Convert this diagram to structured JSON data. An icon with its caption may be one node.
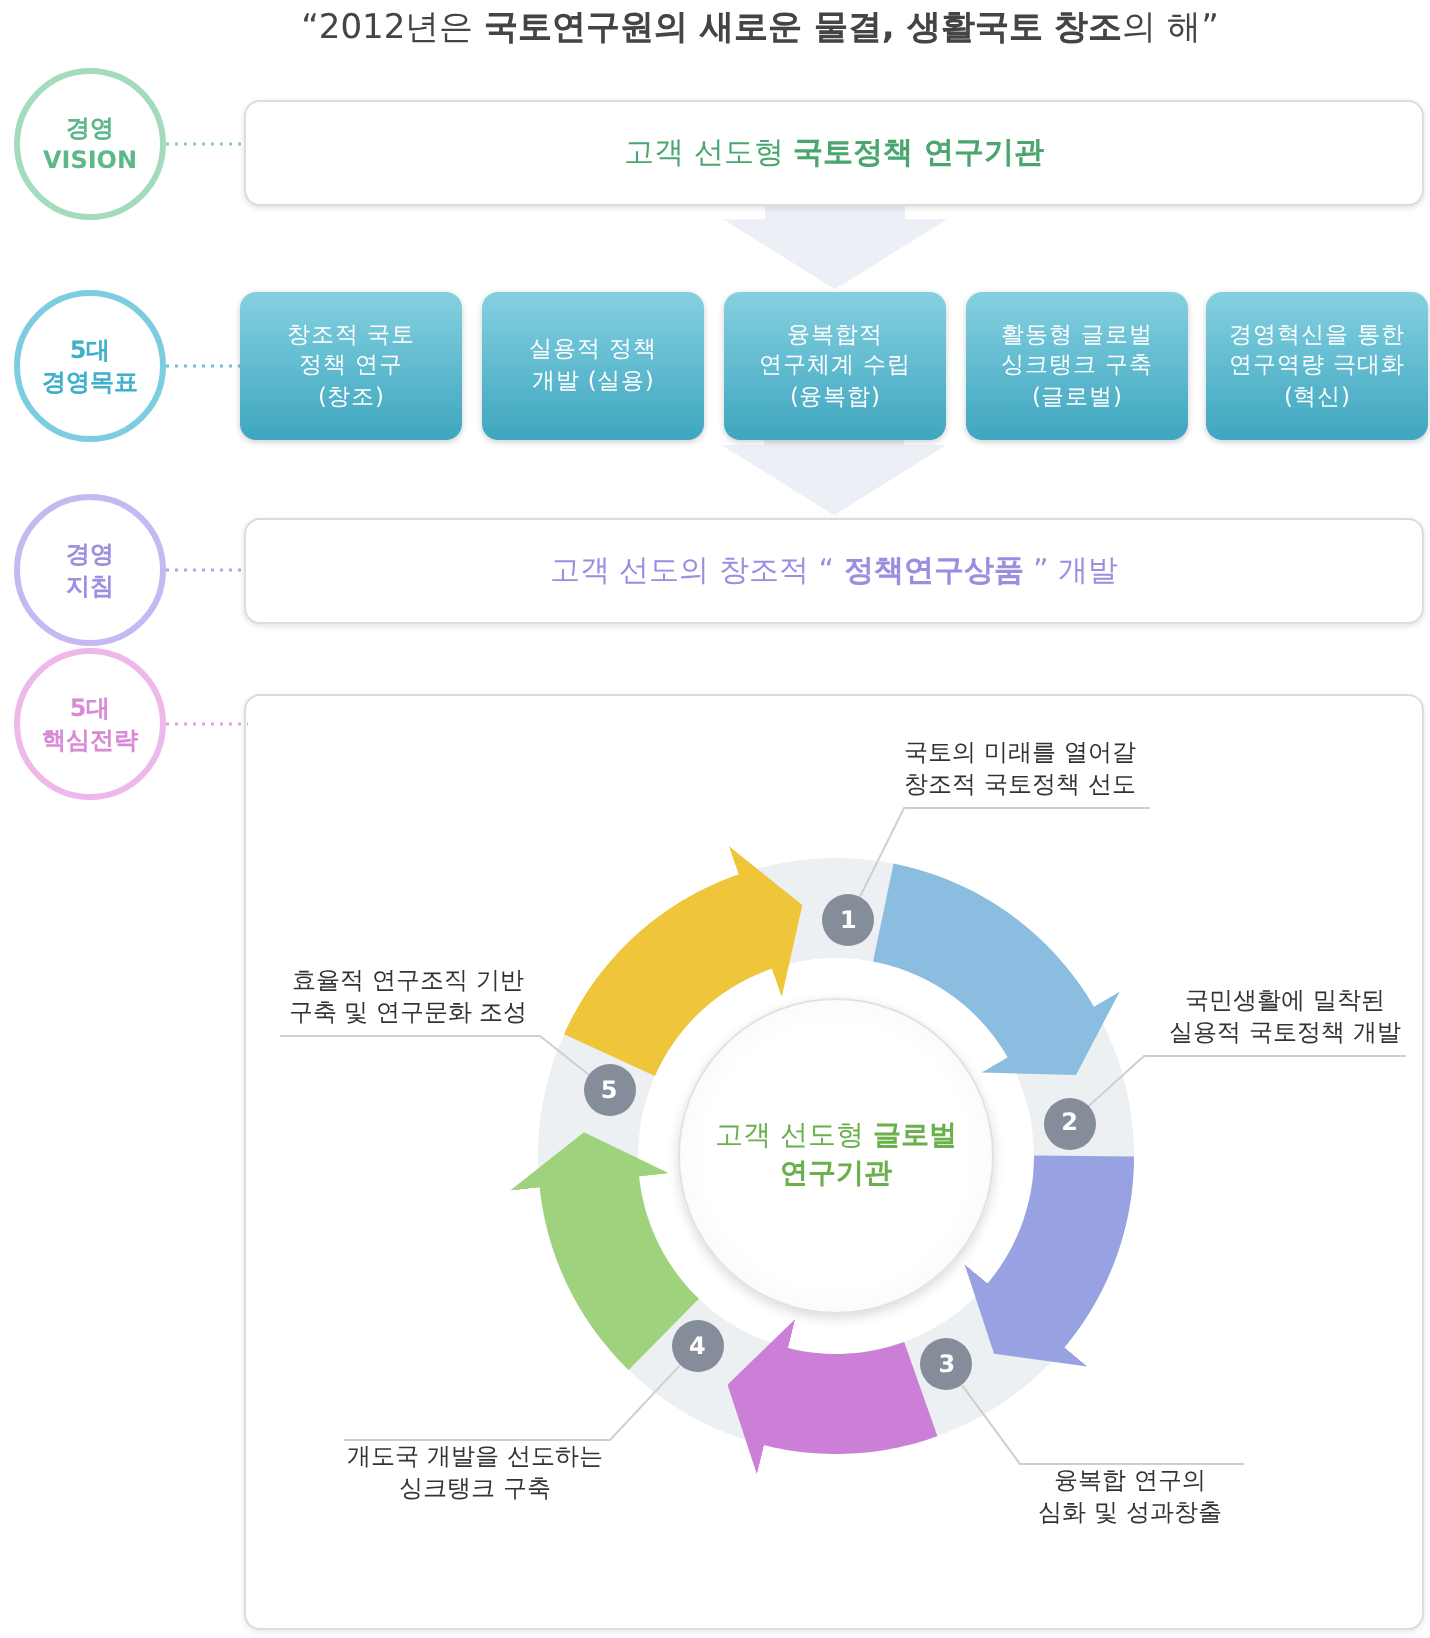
{
  "diagram": {
    "title": "“2012년은 **국토연구원의 새로운 물결, 생활국토 창조**의 해”",
    "nodes": [
      {
        "text": [
          "경영 VISION"
        ]
      },
      {
        "text": [
          "고객 선도형 **국토정책 연구기관**"
        ]
      },
      {
        "text": [
          "5대 경영목표"
        ]
      },
      {
        "text": [
          "창조적 국토 정책 연구 (창조)"
        ]
      },
      {
        "text": [
          "실용적 정책 개발 (실용)"
        ]
      },
      {
        "text": [
          "융복합적 연구체계 수립 (융복합)"
        ]
      },
      {
        "text": [
          "활동형 글로벌 싱크탱크 구축 (글로벌)"
        ]
      },
      {
        "text": [
          "경영혁신을 통한 연구역량 극대화 (혁신)"
        ]
      },
      {
        "text": [
          "경영 지침"
        ]
      },
      {
        "text": [
          "고객 선도의 창조적 “ **정책연구상품** ” 개발"
        ]
      },
      {
        "text": [
          "5대 핵심전략"
        ]
      },
      {
        "text": [],
        "shape": "box"
      },
      {
        "text": [
          "고객 선도형 **글로벌 연구기관**"
        ],
        "in": 11
      },
      {
        "text": [
          "1"
        ],
        "in": 11
      },
      {
        "text": [
          "2"
        ],
        "in": 11
      },
      {
        "text": [
          "3"
        ],
        "in": 11
      },
      {
        "text": [
          "4"
        ],
        "in": 11
      },
      {
        "text": [
          "5"
        ],
        "in": 11
      },
      {
        "text": [
          "국토의 미래를 열어갈 창조적 국토정책 선도"
        ],
        "in": 11
      },
      {
        "text": [
          "국민생활에 밀착된 실용적 국토정책 개발"
        ],
        "in": 11
      },
      {
        "text": [
          "융복합 연구의 심화 및 성과창출"
        ],
        "in": 11
      },
      {
        "text": [
          "개도국 개발을 선도하는 싱크탱크 구축"
        ],
        "in": 11
      },
      {
        "text": [
          "효율적 연구조직 기반 구축 및 연구문화 조성"
        ],
        "in": 11
      }
    ],
    "edges": [
      {
        "from": 0,
        "to": 1,
        "arrow": "none",
        "style": "dashed",
        "color": "#8fd0ae"
      },
      {
        "from": 2,
        "to": 3,
        "arrow": "none",
        "style": "dashed",
        "color": "#6cc4da"
      },
      {
        "from": 8,
        "to": 9,
        "arrow": "none",
        "style": "dashed",
        "color": "#b3a4ea"
      },
      {
        "from": 10,
        "to": 11,
        "arrow": "none",
        "style": "dashed",
        "color": "#e3a0de"
      },
      {
        "from": 1,
        "to": 5,
        "arrow": "to",
        "style": "thick",
        "color": "#eceff5"
      },
      {
        "from": 5,
        "to": 9,
        "arrow": "to",
        "style": "thick",
        "color": "#eceff5"
      },
      {
        "from": 13,
        "to": 14,
        "arrow": "to",
        "style": "thick",
        "color": "#8bbde0"
      },
      {
        "from": 14,
        "to": 15,
        "arrow": "to",
        "style": "thick",
        "color": "#98a2e2"
      },
      {
        "from": 15,
        "to": 16,
        "arrow": "to",
        "style": "thick",
        "color": "#cc7fd6"
      },
      {
        "from": 16,
        "to": 17,
        "arrow": "to",
        "style": "thick",
        "color": "#9fd27c"
      },
      {
        "from": 17,
        "to": 13,
        "arrow": "to",
        "style": "thick",
        "color": "#efc53a"
      },
      {
        "from": 18,
        "to": 13,
        "arrow": "none",
        "color": "#cfcfcf"
      },
      {
        "from": 19,
        "to": 14,
        "arrow": "none",
        "color": "#cfcfcf"
      },
      {
        "from": 20,
        "to": 15,
        "arrow": "none",
        "color": "#cfcfcf"
      },
      {
        "from": 21,
        "to": 16,
        "arrow": "none",
        "color": "#cfcfcf"
      },
      {
        "from": 22,
        "to": 17,
        "arrow": "none",
        "color": "#cfcfcf"
      }
    ]
  }
}
